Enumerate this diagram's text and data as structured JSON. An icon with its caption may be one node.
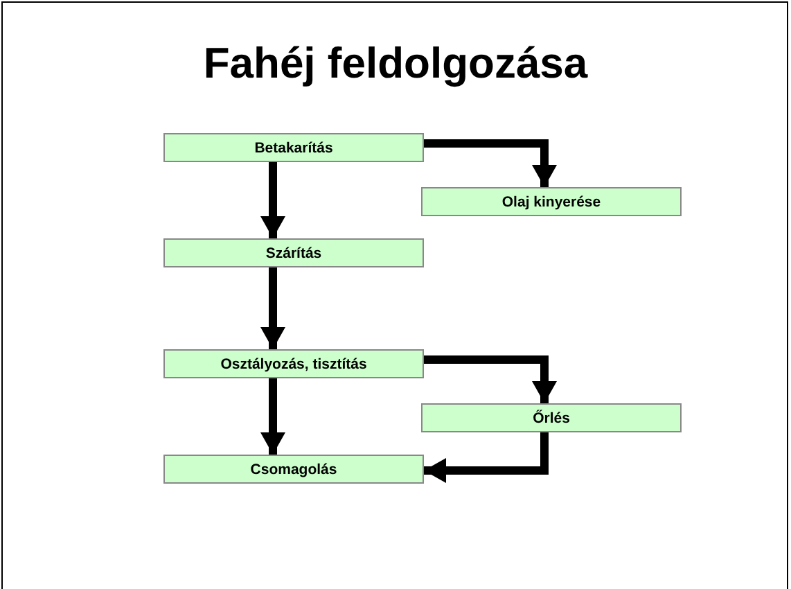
{
  "diagram": {
    "title": "Fahéj feldolgozása",
    "nodes": [
      {
        "text": [
          "Betakarítás"
        ]
      },
      {
        "text": [
          "Olaj kinyerése"
        ]
      },
      {
        "text": [
          "Szárítás"
        ]
      },
      {
        "text": [
          "Osztályozás, tisztítás"
        ]
      },
      {
        "text": [
          "Őrlés"
        ]
      },
      {
        "text": [
          "Csomagolás"
        ]
      }
    ],
    "edges": [
      {
        "from": 0,
        "to": 1,
        "arrow": "to"
      },
      {
        "from": 0,
        "to": 2,
        "arrow": "to"
      },
      {
        "from": 2,
        "to": 3,
        "arrow": "to"
      },
      {
        "from": 3,
        "to": 4,
        "arrow": "to"
      },
      {
        "from": 3,
        "to": 5,
        "arrow": "to"
      },
      {
        "from": 4,
        "to": 5,
        "arrow": "to"
      }
    ]
  }
}
